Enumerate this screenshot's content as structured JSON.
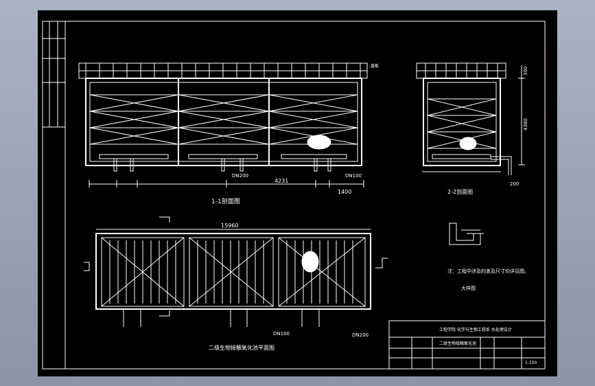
{
  "drawing": {
    "section_1": {
      "title": "1-1剖面图",
      "dims": {
        "d1": "4231",
        "d2": "1400"
      },
      "pipe_label_1": "DN200",
      "pipe_label_2": "DN100",
      "top_note": "盖板"
    },
    "section_2": {
      "title": "2-2剖面图",
      "dims": {
        "top": "300",
        "height": "4380",
        "bottom": "200"
      }
    },
    "plan": {
      "title": "二级生物接触氧化池平面图",
      "total_width": "15960",
      "pipe_label_1": "DN100",
      "pipe_label_2": "DN200"
    },
    "note": "注：工程中涉及的盖及尺寸均详见图。",
    "detail_label": "大样图",
    "title_block": {
      "school": "工程学院 化学与生物工程系 水处理设计",
      "drawing_name": "二级生物接触氧化池",
      "scale": "1:100"
    }
  }
}
